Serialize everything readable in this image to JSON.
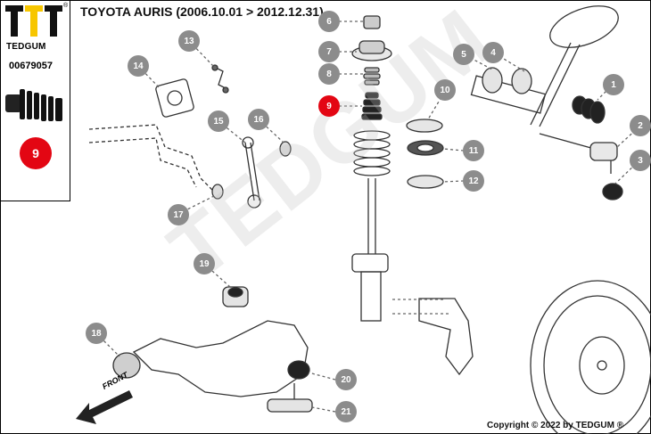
{
  "header": {
    "title": "TOYOTA AURIS (2006.10.01 > 2012.12.31)"
  },
  "brand": {
    "name": "TEDGUM",
    "registered": "®",
    "part_number": "00679057"
  },
  "selected": {
    "number": "9"
  },
  "watermark": {
    "text": "TEDGUM"
  },
  "arrow": {
    "label": "FRONT"
  },
  "footer": {
    "copyright": "Copyright © 2022 by TEDGUM ®"
  },
  "callouts": [
    {
      "num": "1",
      "active": false
    },
    {
      "num": "2",
      "active": false
    },
    {
      "num": "3",
      "active": false
    },
    {
      "num": "4",
      "active": false
    },
    {
      "num": "5",
      "active": false
    },
    {
      "num": "6",
      "active": false
    },
    {
      "num": "7",
      "active": false
    },
    {
      "num": "8",
      "active": false
    },
    {
      "num": "9",
      "active": true
    },
    {
      "num": "10",
      "active": false
    },
    {
      "num": "11",
      "active": false
    },
    {
      "num": "12",
      "active": false
    },
    {
      "num": "13",
      "active": false
    },
    {
      "num": "14",
      "active": false
    },
    {
      "num": "15",
      "active": false
    },
    {
      "num": "16",
      "active": false
    },
    {
      "num": "17",
      "active": false
    },
    {
      "num": "18",
      "active": false
    },
    {
      "num": "19",
      "active": false
    },
    {
      "num": "20",
      "active": false
    },
    {
      "num": "21",
      "active": false
    }
  ],
  "colors": {
    "accent": "#e30613",
    "callout": "#8c8c8c",
    "logo_yellow": "#f7c600"
  }
}
